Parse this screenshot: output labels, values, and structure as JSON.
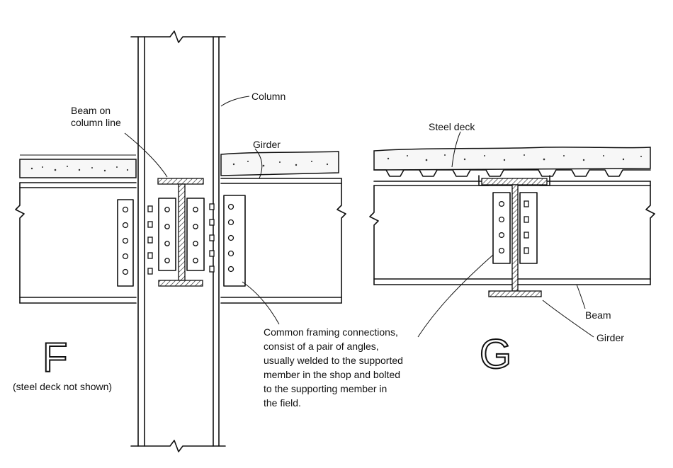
{
  "labels": {
    "column": "Column",
    "beam_on_column_line_1": "Beam on",
    "beam_on_column_line_2": "column line",
    "girder_f": "Girder",
    "steel_deck": "Steel deck",
    "beam_g": "Beam",
    "girder_g": "Girder",
    "detail_f": "F",
    "detail_g": "G",
    "steel_deck_note": "(steel deck not shown)",
    "note_line_1": "Common framing connections,",
    "note_line_2": "consist of a pair of angles,",
    "note_line_3": "usually welded to the supported",
    "note_line_4": "member in the shop and bolted",
    "note_line_5": "to the supporting member in",
    "note_line_6": "the field."
  }
}
